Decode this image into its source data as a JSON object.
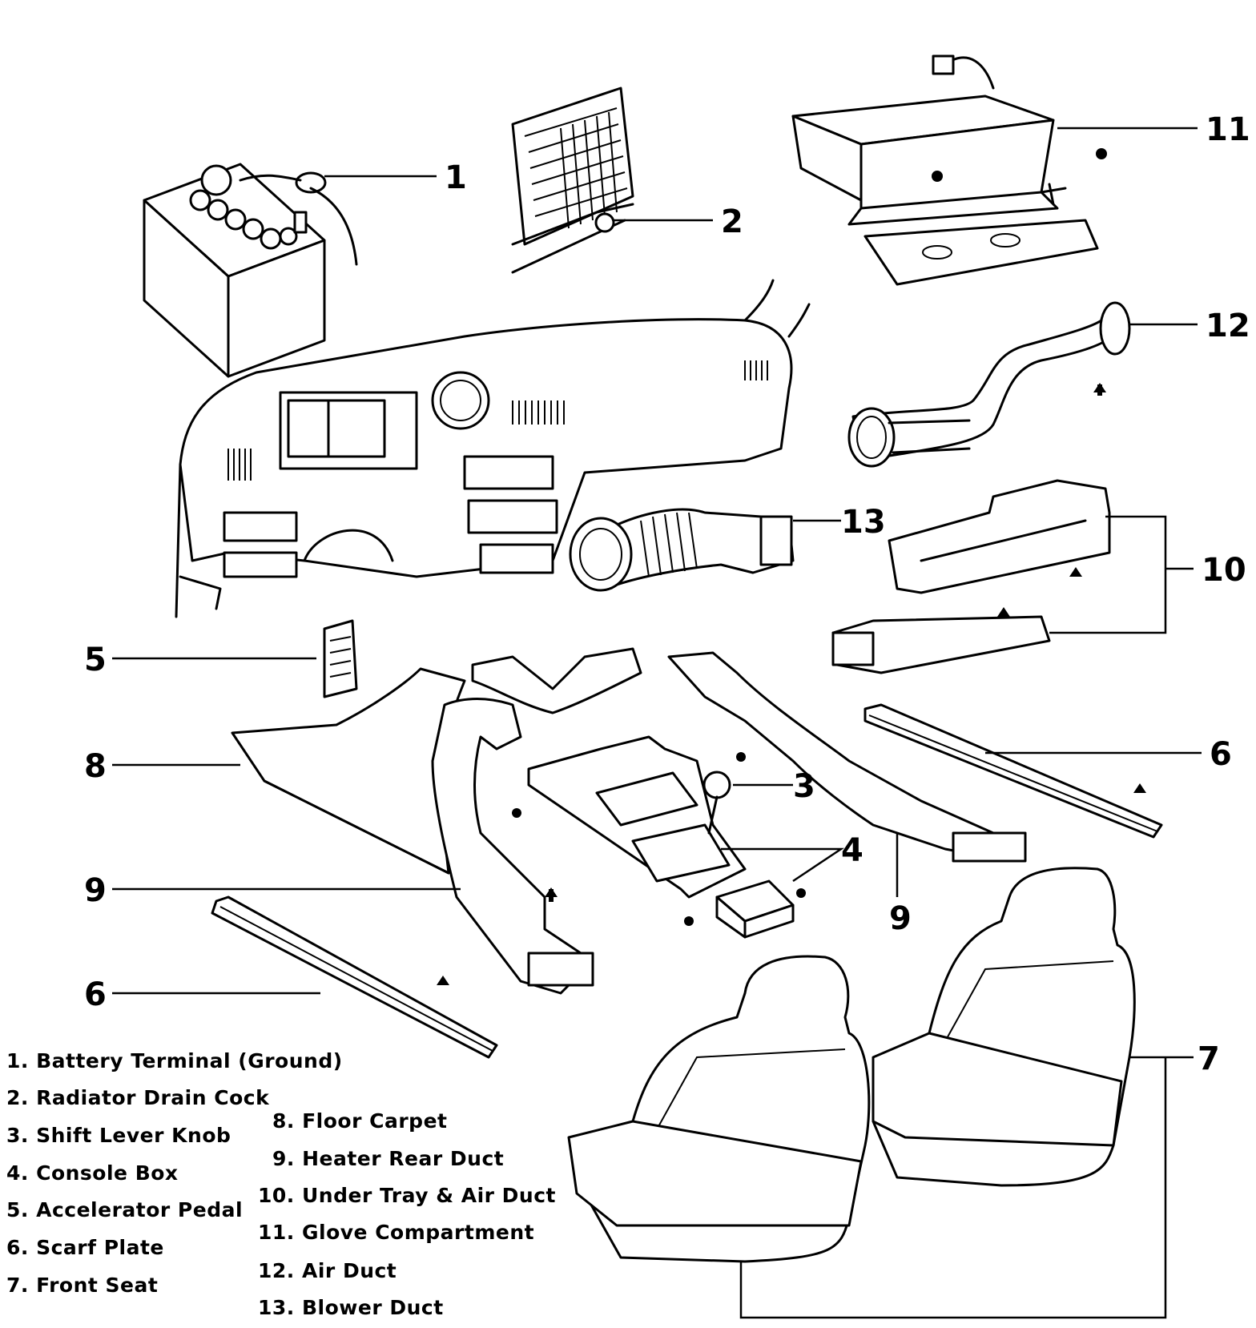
{
  "callouts": {
    "c1": "1",
    "c2": "2",
    "c3": "3",
    "c4": "4",
    "c5": "5",
    "c6a": "6",
    "c6b": "6",
    "c7": "7",
    "c8": "8",
    "c9a": "9",
    "c9b": "9",
    "c10": "10",
    "c11": "11",
    "c12": "12",
    "c13": "13"
  },
  "legend": [
    "1. Battery Terminal (Ground)",
    "2. Radiator Drain Cock",
    "3. Shift Lever Knob",
    "4. Console Box",
    "5. Accelerator Pedal",
    "6. Scarf Plate",
    "7. Front Seat",
    "8. Floor Carpet",
    "9. Heater Rear Duct",
    "10. Under Tray & Air Duct",
    "11. Glove Compartment",
    "12. Air Duct",
    "13. Blower Duct"
  ]
}
